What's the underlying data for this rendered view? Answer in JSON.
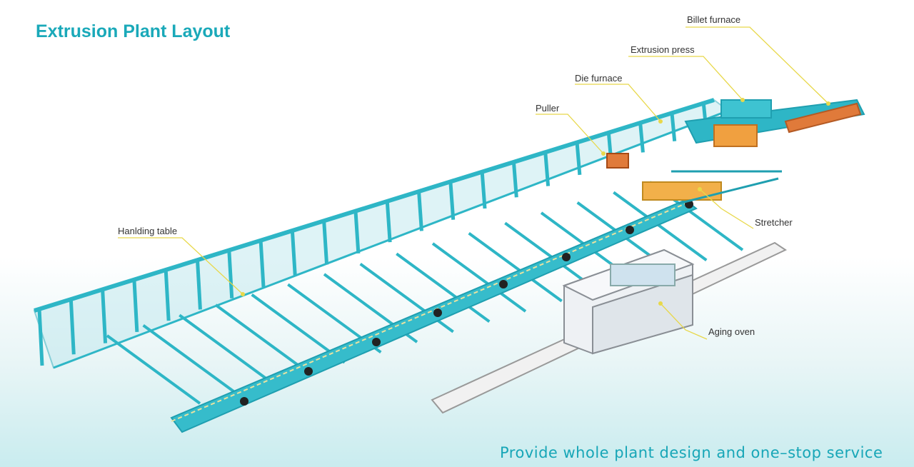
{
  "header": {
    "title": "Extrusion Plant Layout"
  },
  "footer": {
    "tagline": "Provide whole plant design and one–stop service"
  },
  "labels": {
    "billet_furnace": "Billet furnace",
    "extrusion_press": "Extrusion press",
    "die_furnace": "Die furnace",
    "puller": "Puller",
    "handling_table": "Hanlding table",
    "stretcher": "Stretcher",
    "aging_oven": "Aging oven"
  },
  "colors": {
    "accent": "#1aa9b9",
    "equipment": "#2eb6c6",
    "leader": "#e8d84a"
  }
}
